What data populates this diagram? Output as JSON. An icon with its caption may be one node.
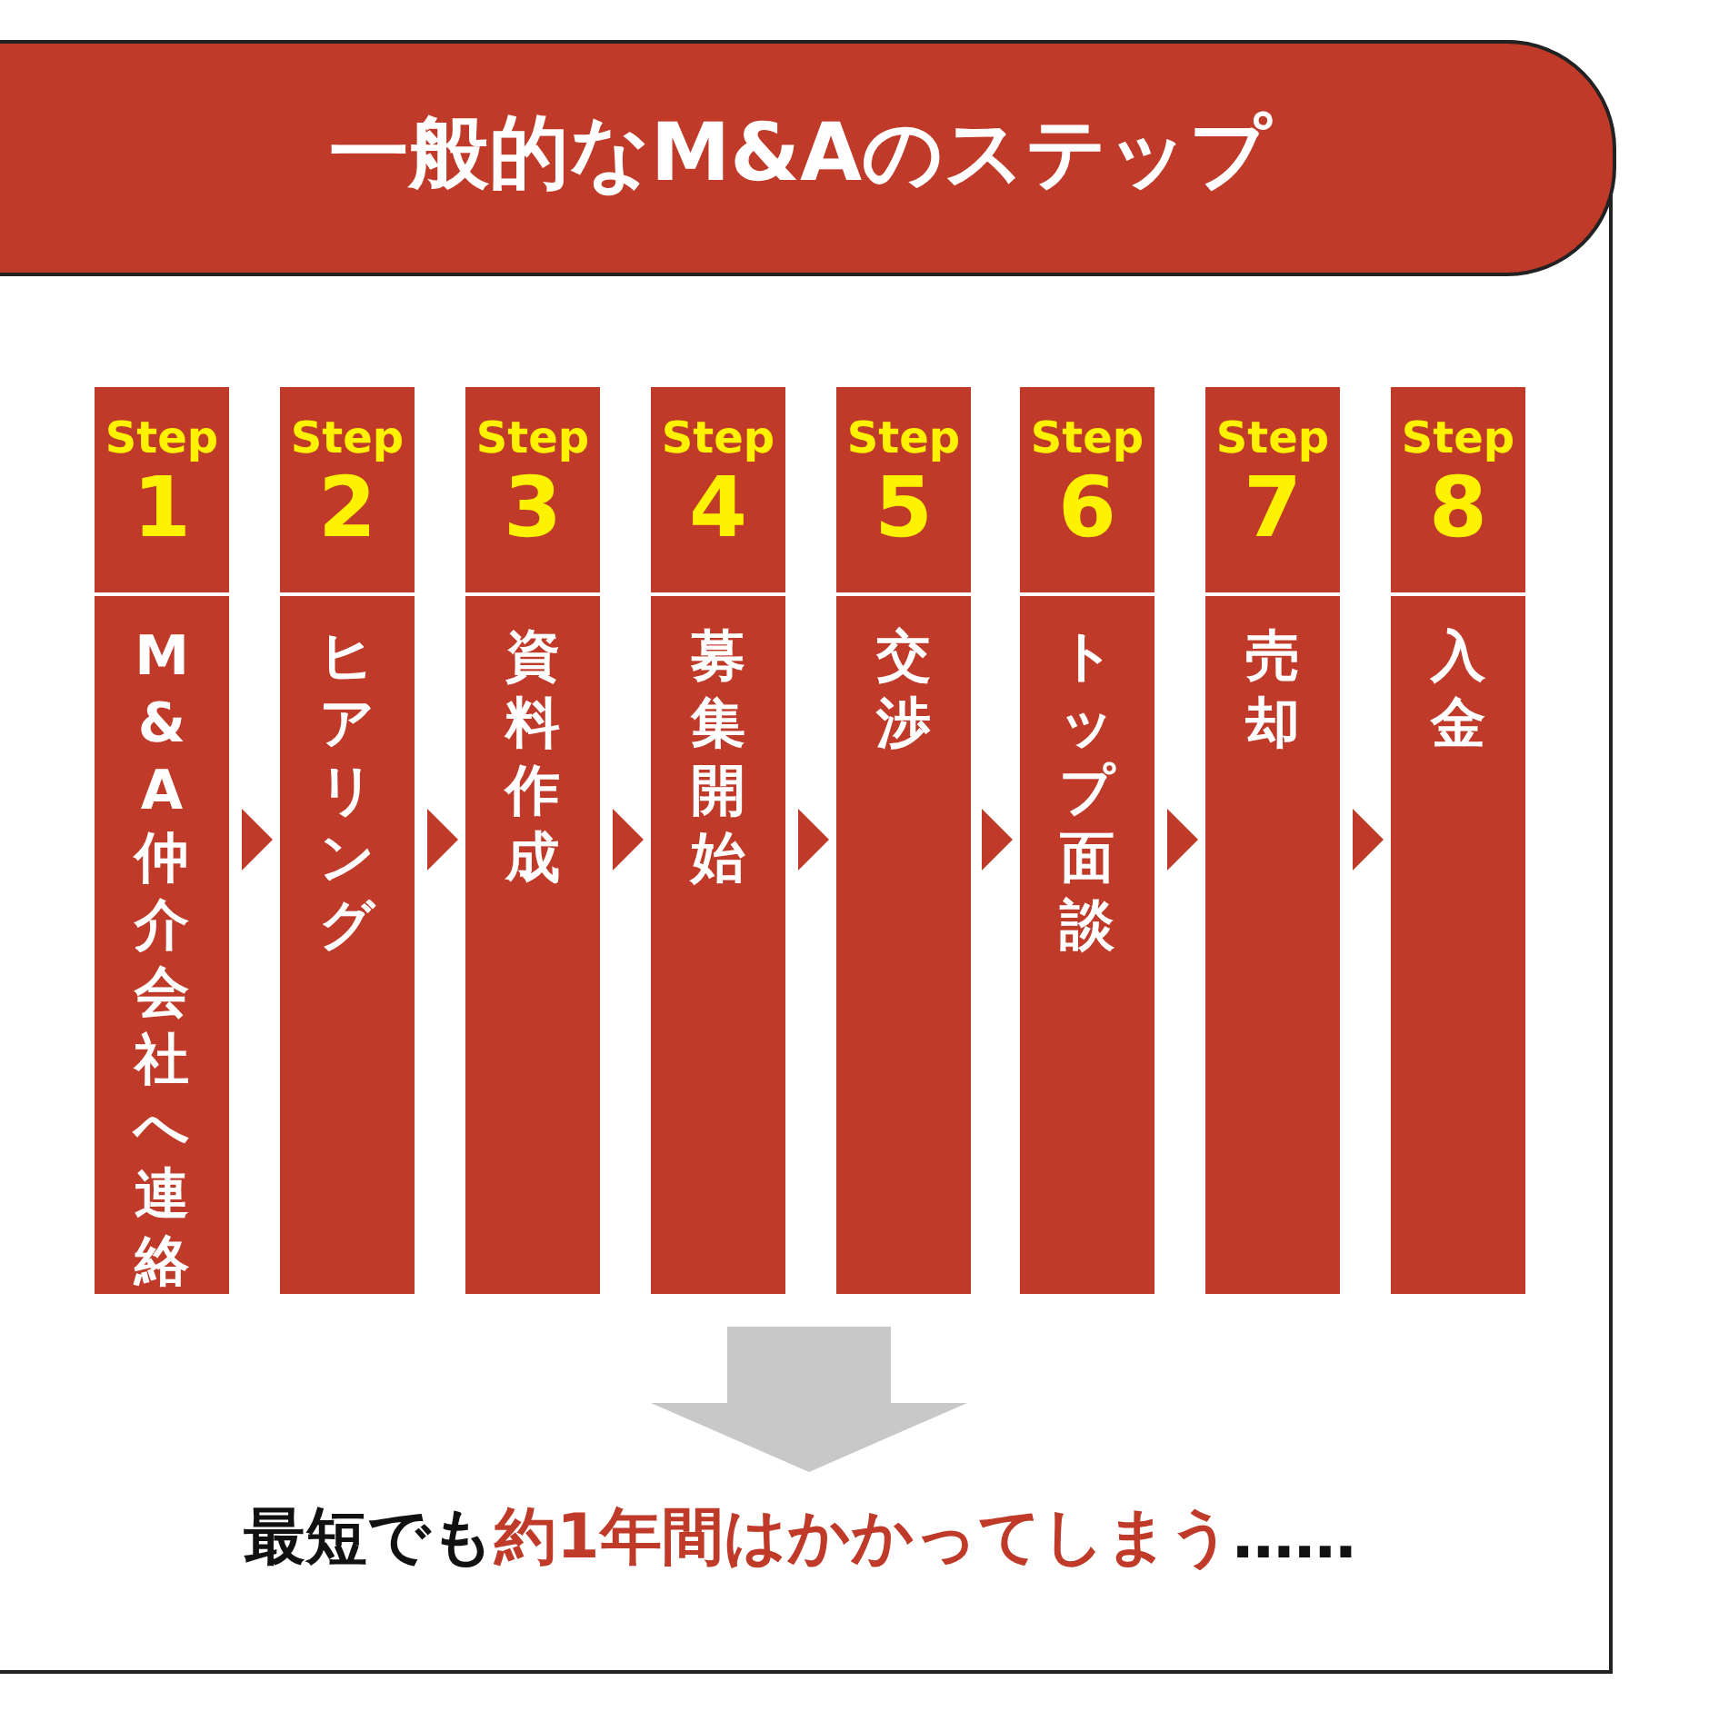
{
  "diagram": {
    "title": "一般的なM&Aのステップ",
    "nodes": [
      {
        "text": [
          "Step 1",
          "M&A仲介会社へ連絡"
        ]
      },
      {
        "text": [
          "Step 2",
          "ヒアリング"
        ]
      },
      {
        "text": [
          "Step 3",
          "資料作成"
        ]
      },
      {
        "text": [
          "Step 4",
          "募集開始"
        ]
      },
      {
        "text": [
          "Step 5",
          "交渉"
        ]
      },
      {
        "text": [
          "Step 6",
          "トップ面談"
        ]
      },
      {
        "text": [
          "Step 7",
          "売却"
        ]
      },
      {
        "text": [
          "Step 8",
          "入金"
        ]
      }
    ],
    "edges": [
      {
        "from": 0,
        "to": 1,
        "arrow": "to"
      },
      {
        "from": 1,
        "to": 2,
        "arrow": "to"
      },
      {
        "from": 2,
        "to": 3,
        "arrow": "to"
      },
      {
        "from": 3,
        "to": 4,
        "arrow": "to"
      },
      {
        "from": 4,
        "to": 5,
        "arrow": "to"
      },
      {
        "from": 5,
        "to": 6,
        "arrow": "to"
      },
      {
        "from": 6,
        "to": 7,
        "arrow": "to"
      }
    ],
    "labels": [
      "最短でも",
      "約1年間はかかってしまう",
      "……"
    ]
  }
}
